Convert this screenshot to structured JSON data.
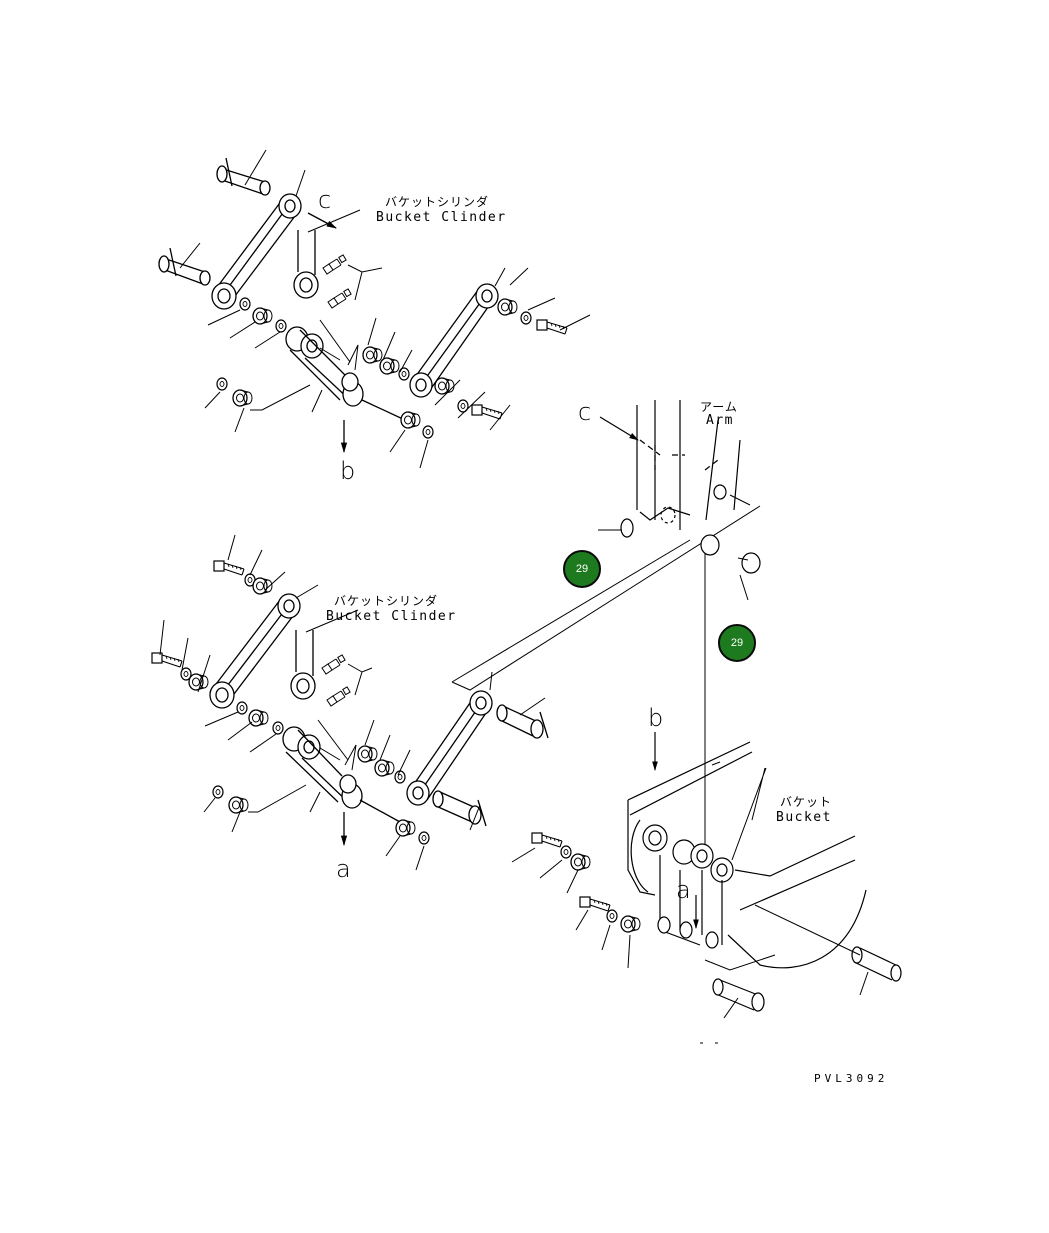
{
  "labels": {
    "top_cylinder_jp": "バケットシリンダ",
    "top_cylinder_en": "Bucket Clinder",
    "mid_cylinder_jp": "バケットシリンダ",
    "mid_cylinder_en": "Bucket Clinder",
    "arm_jp": "アーム",
    "arm_en": "Arm",
    "bucket_jp": "バケット",
    "bucket_en": "Bucket",
    "view_c_top": "c",
    "view_c_right": "c",
    "view_b_top": "b",
    "view_b_bottom": "b",
    "view_a_mid": "a",
    "view_a_bottom": "a",
    "drawing_code": "PVL3092"
  },
  "callouts": [
    {
      "id": "callout-1",
      "number": "29",
      "color": "#1e7a1e"
    },
    {
      "id": "callout-2",
      "number": "29",
      "color": "#1e7a1e"
    }
  ],
  "icons": [
    "pin-icon",
    "link-icon",
    "bushing-icon",
    "bolt-icon",
    "washer-icon",
    "grease-fitting-icon",
    "cylinder-rod-icon",
    "arm-icon",
    "bucket-icon"
  ]
}
